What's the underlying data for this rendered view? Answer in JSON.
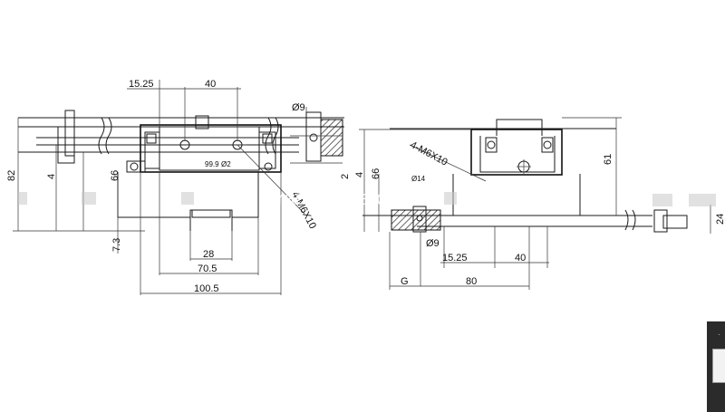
{
  "left_view": {
    "dims": {
      "d1525": "15.25",
      "d40": "40",
      "d9": "Ø9",
      "d82": "82",
      "d4": "4",
      "d66": "66",
      "d2": "2",
      "d73": "7.3",
      "d28": "28",
      "d705": "70.5",
      "d1005": "100.5",
      "m6x10": "4-M6X10",
      "d99": "99.9",
      "d92": "Ø2"
    }
  },
  "right_view": {
    "dims": {
      "m6x10": "4-M6X10",
      "d4": "4",
      "d66": "66",
      "d61": "61",
      "d14": "Ø14",
      "d9": "Ø9",
      "d1525": "15.25",
      "d40": "40",
      "g": "G",
      "d80": "80",
      "d24": "24"
    }
  },
  "watermark": {
    "text": "trade.china.cn"
  }
}
